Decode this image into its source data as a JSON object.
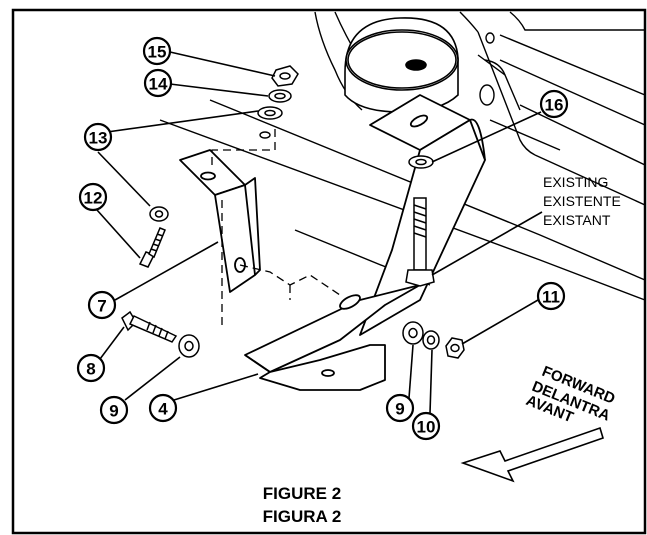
{
  "callouts": {
    "c4": "4",
    "c7": "7",
    "c8": "8",
    "c9a": "9",
    "c9b": "9",
    "c10": "10",
    "c11": "11",
    "c12": "12",
    "c13": "13",
    "c14": "14",
    "c15": "15",
    "c16": "16"
  },
  "existing_labels": [
    "EXISTING",
    "EXISTENTE",
    "EXISTANT"
  ],
  "direction_labels": [
    "FORWARD",
    "DELANTRA",
    "AVANT"
  ],
  "caption": [
    "FIGURE 2",
    "FIGURA 2"
  ],
  "colors": {
    "line": "#000000",
    "background": "#ffffff"
  }
}
